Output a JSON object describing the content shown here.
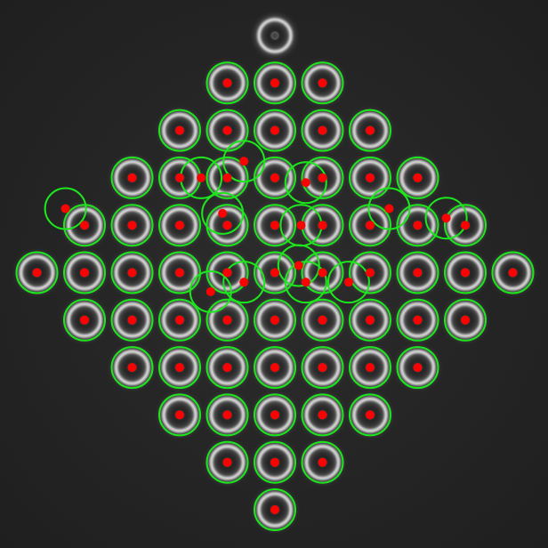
{
  "image": {
    "kind": "microscopy-detection-overlay",
    "background_color": "#262626",
    "ring_color": "#e6e6e6",
    "detection_circle_color": "#1ee61e",
    "detection_point_color": "#ff0000"
  },
  "lattice": {
    "rows": [
      {
        "cols": [
          0
        ]
      },
      {
        "cols": [
          -1,
          0,
          1
        ]
      },
      {
        "cols": [
          -2,
          -1,
          0,
          1,
          2
        ]
      },
      {
        "cols": [
          -3,
          -2,
          -1,
          0,
          1,
          2,
          3
        ]
      },
      {
        "cols": [
          -4,
          -3,
          -2,
          -1,
          0,
          1,
          2,
          3,
          4
        ]
      },
      {
        "cols": [
          -5,
          -4,
          -3,
          -2,
          -1,
          0,
          1,
          2,
          3,
          4,
          5
        ]
      },
      {
        "cols": [
          -4,
          -3,
          -2,
          -1,
          0,
          1,
          2,
          3,
          4
        ]
      },
      {
        "cols": [
          -3,
          -2,
          -1,
          0,
          1,
          2,
          3
        ]
      },
      {
        "cols": [
          -2,
          -1,
          0,
          1,
          2
        ]
      },
      {
        "cols": [
          -1,
          0,
          1
        ]
      },
      {
        "cols": [
          0
        ]
      }
    ],
    "detected_rows": [
      1,
      2,
      3,
      4,
      5,
      6,
      7,
      8,
      9,
      10
    ]
  },
  "extra_detections": [
    {
      "dx": -0.65,
      "dy": 0.35
    },
    {
      "dx": 0.65,
      "dy": 0.8
    },
    {
      "dx": -1.55,
      "dy": 0.7
    },
    {
      "dx": -1.1,
      "dy": 1.45
    },
    {
      "dx": 0.55,
      "dy": 1.7
    },
    {
      "dx": 2.4,
      "dy": 1.35
    },
    {
      "dx": -4.4,
      "dy": 1.35
    },
    {
      "dx": 3.6,
      "dy": 1.55
    },
    {
      "dx": 0.5,
      "dy": 2.55
    },
    {
      "dx": -1.35,
      "dy": 3.1
    },
    {
      "dx": -0.65,
      "dy": 2.9
    },
    {
      "dx": 0.65,
      "dy": 2.9
    },
    {
      "dx": 1.55,
      "dy": 2.9
    }
  ]
}
